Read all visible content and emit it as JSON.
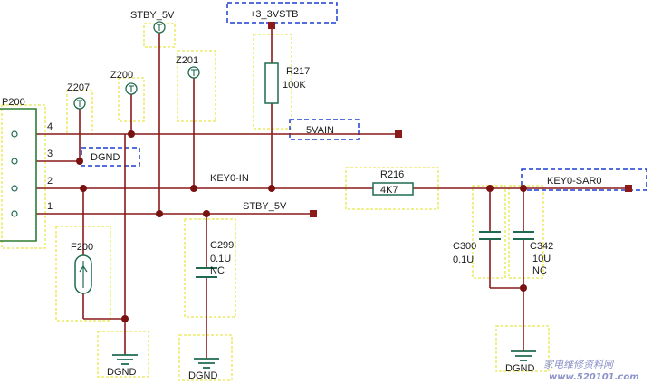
{
  "colors": {
    "wire": "#8b1a1a",
    "component": "#1f6b4f",
    "body_outline": "#2e7d32",
    "highlight_box": "#e8e84a",
    "net_label_box": "#1c3fd1",
    "junction": "#7a1111",
    "text": "#1a1a1a",
    "watermark": "#8c93c9"
  },
  "connector": {
    "ref": "P200",
    "pins": [
      "4",
      "3",
      "2",
      "1"
    ]
  },
  "test_points": {
    "z207": "Z207",
    "z200": "Z200",
    "z201": "Z201"
  },
  "power_labels": {
    "stby_top": "STBY_5V",
    "v3_3": "+3_3VSTB",
    "stby_net": "STBY_5V"
  },
  "net_labels": {
    "v5ain": "5VAIN",
    "key0_in": "KEY0-IN",
    "key0_sar0": "KEY0-SAR0",
    "dgnd_pin": "DGND"
  },
  "components": {
    "r217": {
      "ref": "R217",
      "value": "100K"
    },
    "r216": {
      "ref": "R216",
      "value": "4K7"
    },
    "f200": {
      "ref": "F200"
    },
    "c299": {
      "ref": "C299",
      "value": "0.1U",
      "note": "NC"
    },
    "c300": {
      "ref": "C300",
      "value": "0.1U"
    },
    "c342": {
      "ref": "C342",
      "value": "10U",
      "note": "NC"
    }
  },
  "grounds": [
    "DGND",
    "DGND",
    "DGND"
  ],
  "watermark": {
    "chinese": "家电维修资料网",
    "url": "www.520101.com"
  }
}
